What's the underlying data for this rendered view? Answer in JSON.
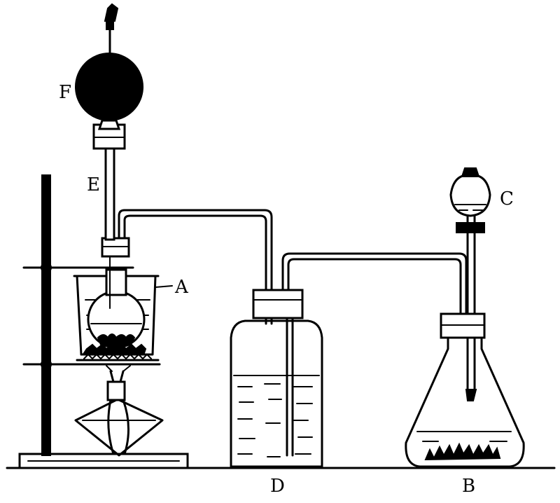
{
  "labels": {
    "F": "F",
    "E": "E",
    "A": "A",
    "C": "C",
    "D": "D",
    "B": "B"
  },
  "colors": {
    "ink": "#000000",
    "paper": "#ffffff"
  }
}
